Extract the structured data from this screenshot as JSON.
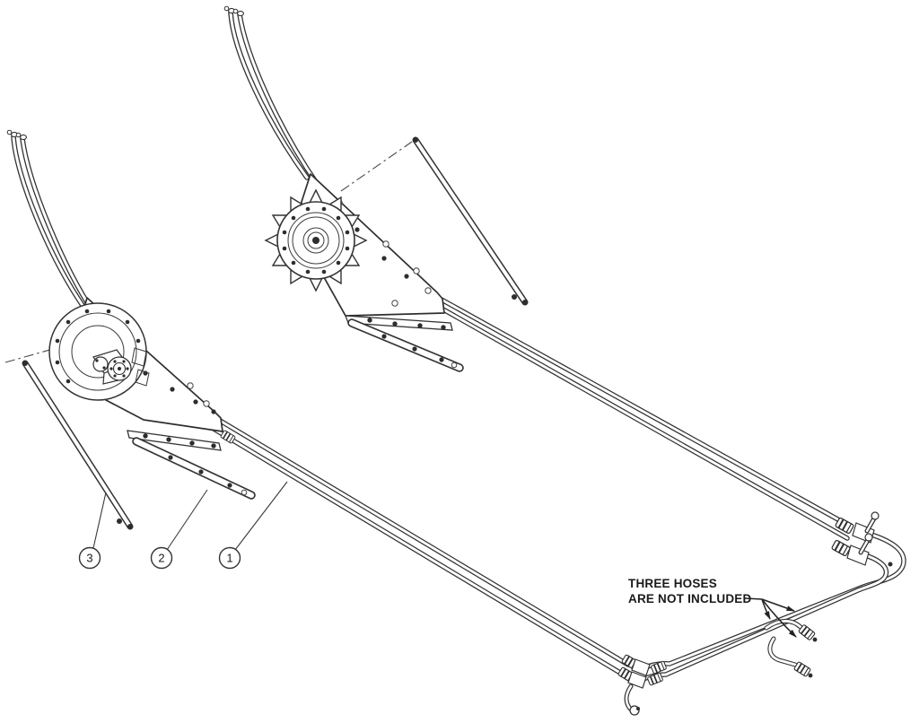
{
  "diagram": {
    "kind": "parts-line-drawing",
    "note": {
      "line1": "THREE HOSES",
      "line2": "ARE NOT INCLUDED"
    },
    "callouts": [
      {
        "label": "1"
      },
      {
        "label": "2"
      },
      {
        "label": "3"
      }
    ],
    "colors": {
      "background": "#ffffff",
      "line": "#333333",
      "text": "#1a1a1a"
    }
  }
}
